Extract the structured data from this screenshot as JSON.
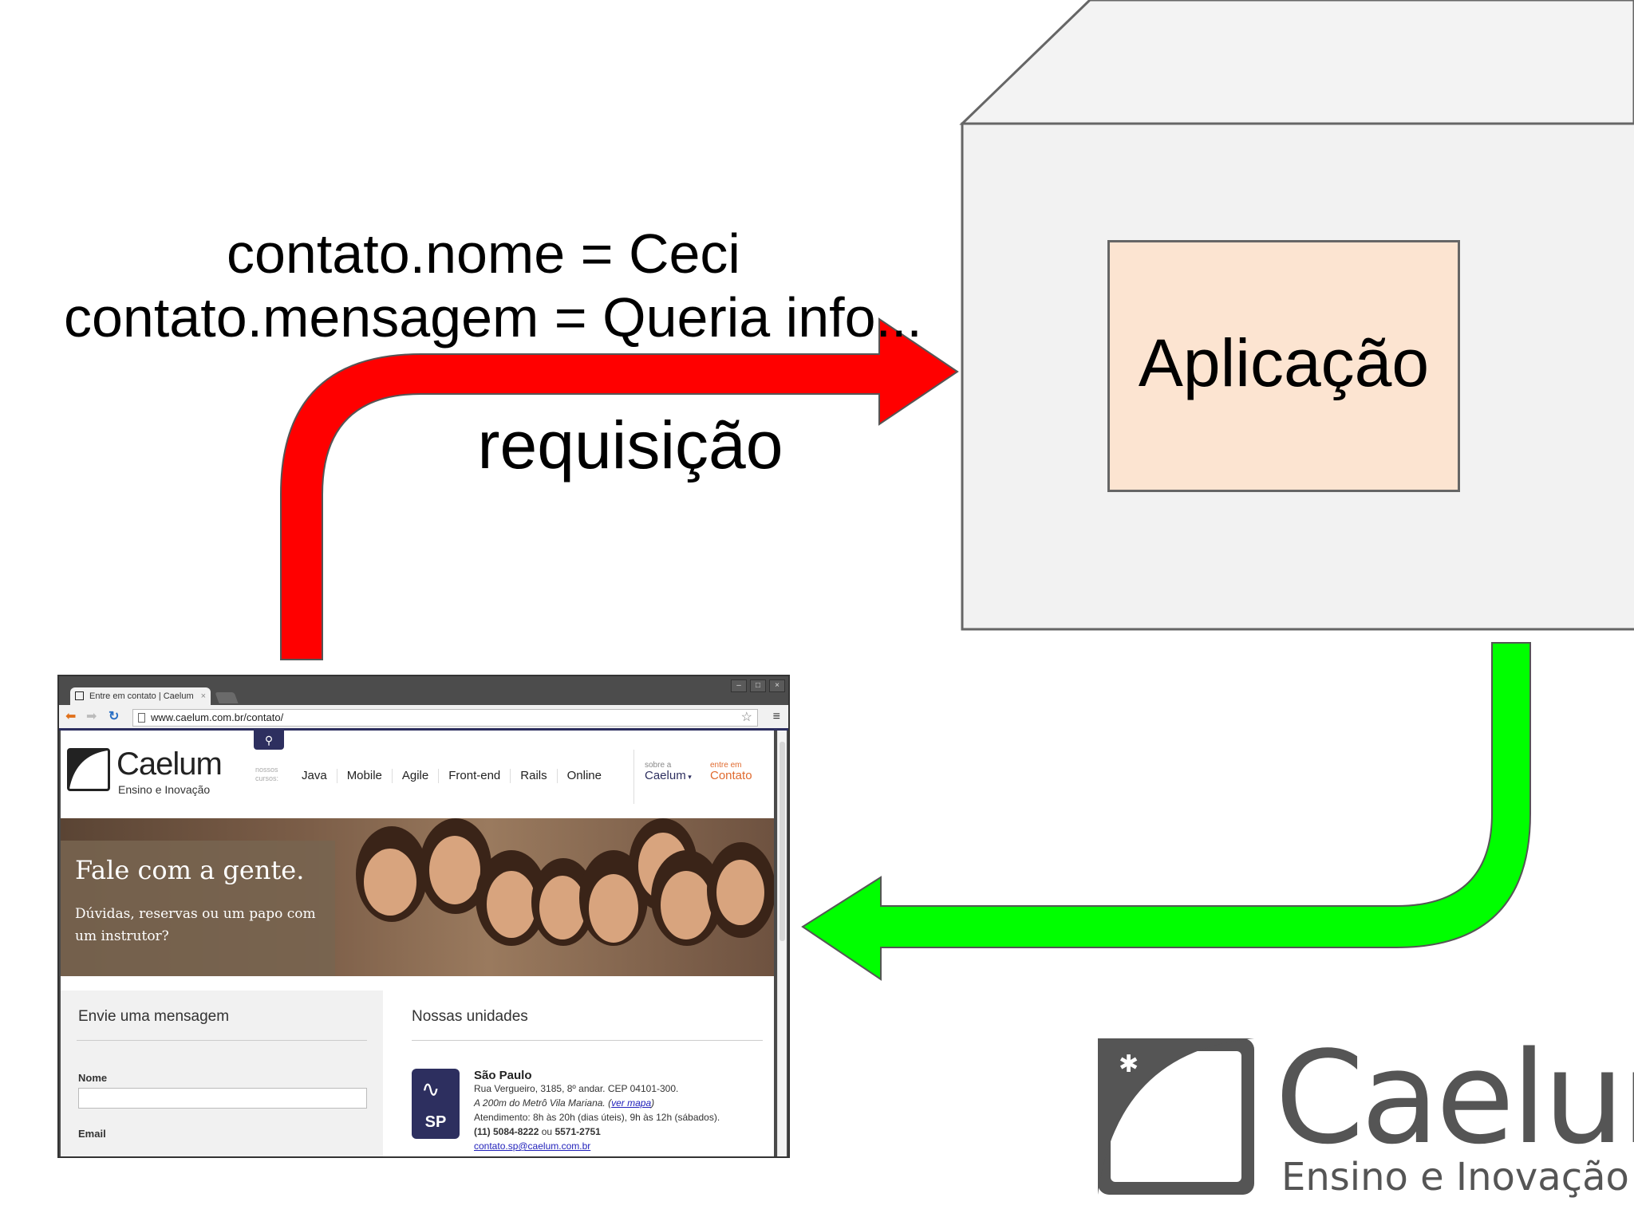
{
  "diagram": {
    "request_line1": "contato.nome = Ceci",
    "request_line2": "contato.mensagem = Queria info...",
    "request_label": "requisição",
    "app_label": "Aplicação",
    "colors": {
      "request_arrow": "#ff0000",
      "response_arrow": "#00ff00",
      "app_box": "#fce4d1",
      "server_box": "#f2f2f2"
    }
  },
  "browser": {
    "tab_title": "Entre em contato | Caelum",
    "tab_close": "×",
    "url": "www.caelum.com.br/contato/",
    "window_buttons": [
      "–",
      "□",
      "×"
    ],
    "nav_icons": {
      "back": "arrow-left-icon",
      "forward": "arrow-right-icon",
      "reload": "reload-icon",
      "star": "star-icon",
      "menu": "menu-icon"
    }
  },
  "site": {
    "search_icon": "search-icon",
    "logo_name": "Caelum",
    "logo_sub": "Ensino e Inovação",
    "nav_label": "nossos cursos:",
    "nav_items": [
      "Java",
      "Mobile",
      "Agile",
      "Front-end",
      "Rails",
      "Online"
    ],
    "sobre_small": "sobre a",
    "sobre_big": "Caelum",
    "contato_small": "entre em",
    "contato_big": "Contato",
    "hero_title": "Fale com a gente.",
    "hero_sub": "Dúvidas, reservas ou um papo com um instrutor?",
    "form_title": "Envie uma mensagem",
    "form_labels": {
      "nome": "Nome",
      "email": "Email"
    },
    "unidades_title": "Nossas unidades",
    "unit": {
      "badge": "SP",
      "city": "São Paulo",
      "address": "Rua Vergueiro, 3185, 8º andar. CEP 04101-300.",
      "metro": "A 200m do Metrô Vila Mariana.",
      "map_link": "ver mapa",
      "hours": "Atendimento: 8h às 20h (dias úteis), 9h às 12h (sábados).",
      "phone1": "(11) 5084-8222",
      "phone_sep": "ou",
      "phone2": "5571-2751",
      "email": "contato.sp@caelum.com.br"
    }
  },
  "brand": {
    "name": "Caelum",
    "tagline": "Ensino e Inovação",
    "color": "#555555"
  }
}
